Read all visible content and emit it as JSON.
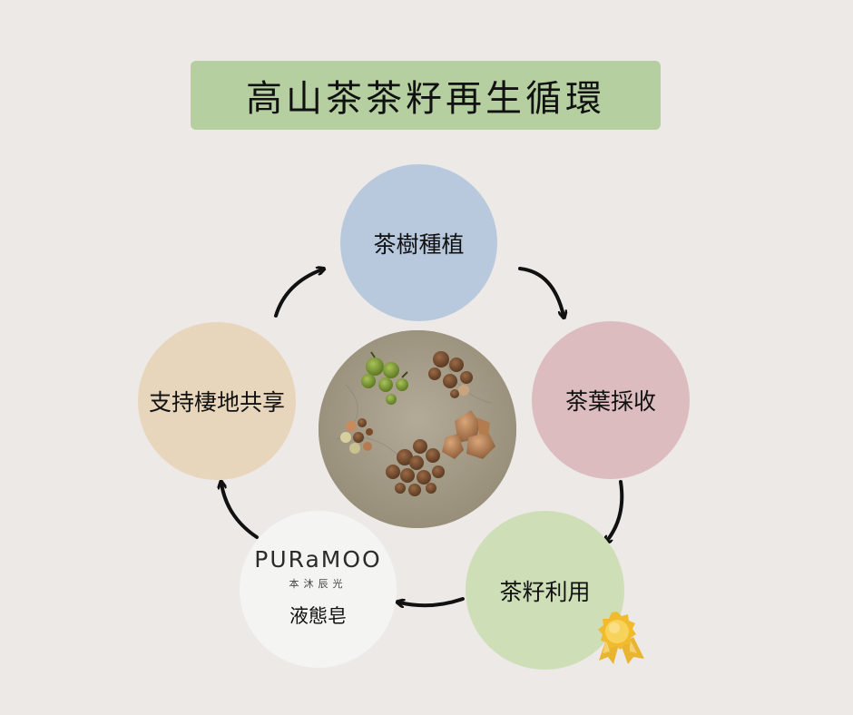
{
  "title": "高山茶茶籽再生循環",
  "colors": {
    "background": "#ede9e6",
    "title_box": "#b5cfa1",
    "plant": "#b8c9de",
    "harvest": "#dcbcbe",
    "seed": "#cedeb7",
    "soap": "#f4f4f3",
    "share": "#e7d6bc",
    "photo_bg": "#a39b86",
    "arrow": "#111111"
  },
  "cycle": {
    "plant": "茶樹種植",
    "harvest": "茶葉採收",
    "seed": "茶籽利用",
    "soap": {
      "brand": "PURaMOO",
      "brand_sub": "本沐辰光",
      "label": "液態皂"
    },
    "share": "支持棲地共享"
  },
  "icons": {
    "center_image": "tea-seeds-photo",
    "badge": "award-ribbon-icon"
  }
}
